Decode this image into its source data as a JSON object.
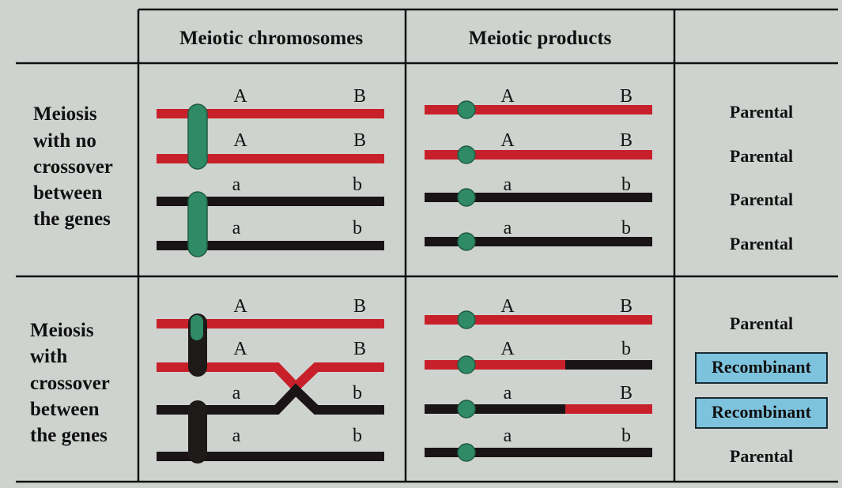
{
  "headers": {
    "col1": "",
    "col2": "Meiotic chromosomes",
    "col3": "Meiotic products",
    "col4": ""
  },
  "rows": [
    {
      "label_lines": [
        "Meiosis",
        "with no",
        "crossover",
        "between",
        "the genes"
      ],
      "chromosomes": [
        {
          "left": "A",
          "right": "B",
          "color": "red"
        },
        {
          "left": "A",
          "right": "B",
          "color": "red"
        },
        {
          "left": "a",
          "right": "b",
          "color": "black"
        },
        {
          "left": "a",
          "right": "b",
          "color": "black"
        }
      ],
      "products": [
        {
          "left": "A",
          "right": "B",
          "left_color": "red",
          "right_color": "red",
          "type": "Parental",
          "recombinant": false
        },
        {
          "left": "A",
          "right": "B",
          "left_color": "red",
          "right_color": "red",
          "type": "Parental",
          "recombinant": false
        },
        {
          "left": "a",
          "right": "b",
          "left_color": "black",
          "right_color": "black",
          "type": "Parental",
          "recombinant": false
        },
        {
          "left": "a",
          "right": "b",
          "left_color": "black",
          "right_color": "black",
          "type": "Parental",
          "recombinant": false
        }
      ]
    },
    {
      "label_lines": [
        "Meiosis",
        "with",
        "crossover",
        "between",
        "the genes"
      ],
      "chromosomes": [
        {
          "left": "A",
          "right": "B",
          "color": "red"
        },
        {
          "left": "A",
          "right": "B",
          "color": "red"
        },
        {
          "left": "a",
          "right": "b",
          "color": "black"
        },
        {
          "left": "a",
          "right": "b",
          "color": "black"
        }
      ],
      "products": [
        {
          "left": "A",
          "right": "B",
          "left_color": "red",
          "right_color": "red",
          "type": "Parental",
          "recombinant": false
        },
        {
          "left": "A",
          "right": "b",
          "left_color": "red",
          "right_color": "black",
          "type": "Recombinant",
          "recombinant": true
        },
        {
          "left": "a",
          "right": "B",
          "left_color": "black",
          "right_color": "red",
          "type": "Recombinant",
          "recombinant": true
        },
        {
          "left": "a",
          "right": "b",
          "left_color": "black",
          "right_color": "black",
          "type": "Parental",
          "recombinant": false
        }
      ]
    }
  ],
  "colors": {
    "red": "#c8202a",
    "black": "#1a1416",
    "centromere": "#2f8a66",
    "centromere_dark": "#1f5c44",
    "recombinant_box": "#7ec3de",
    "grid": "#111111",
    "background": "#cfd3cf"
  }
}
